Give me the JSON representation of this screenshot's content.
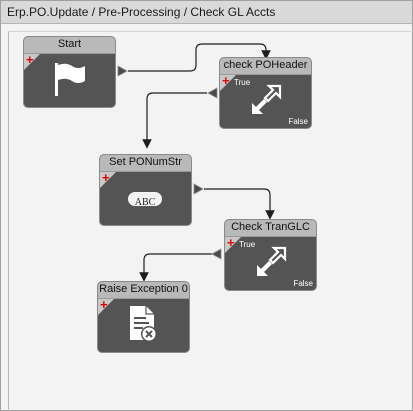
{
  "window": {
    "title": "Erp.PO.Update / Pre-Processing / Check GL Accts"
  },
  "nodes": {
    "start": {
      "label": "Start",
      "icon": "flag-icon",
      "add": "+"
    },
    "check_poheader": {
      "label": "check POHeader",
      "icon": "condition-arrows-icon",
      "add": "+",
      "true_label": "True",
      "false_label": "False"
    },
    "set_ponumstr": {
      "label": "Set PONumStr",
      "icon": "abc-icon",
      "icon_text": "ABC",
      "add": "+"
    },
    "check_tranglc": {
      "label": "Check TranGLC",
      "icon": "condition-arrows-icon",
      "add": "+",
      "true_label": "True",
      "false_label": "False"
    },
    "raise_exception": {
      "label": "Raise Exception 0",
      "icon": "document-error-icon",
      "add": "+"
    }
  },
  "colors": {
    "node_body": "#545454",
    "node_header": "#b9b9b9",
    "add_icon": "#e00000",
    "wire": "#1e1e1e"
  }
}
